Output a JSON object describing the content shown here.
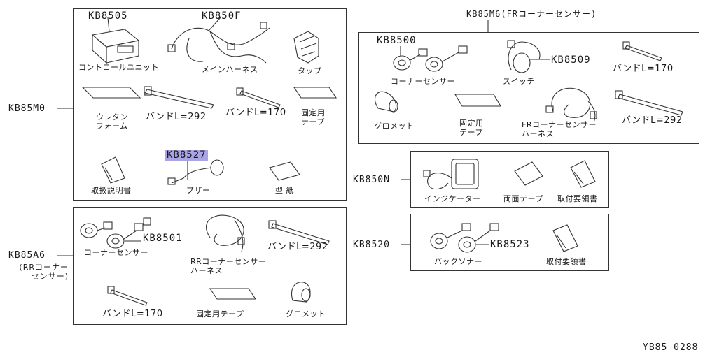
{
  "diagram_id": "YB85 0288",
  "groups": {
    "main": {
      "code": "KB85M0",
      "items": {
        "control_unit": {
          "code": "KB8505",
          "label": "コントロールユニット"
        },
        "main_harness": {
          "code": "KB850F",
          "label": "メインハーネス"
        },
        "tap": {
          "label": "タップ"
        },
        "urethane_foam": {
          "label": "ウレタン\nフォーム"
        },
        "band_292": {
          "label": "バンドL=292"
        },
        "band_170": {
          "label": "バンドL=170"
        },
        "fixing_tape": {
          "label": "固定用\nテープ"
        },
        "manual": {
          "label": "取扱説明書"
        },
        "buzzer": {
          "code": "KB8527",
          "label": "ブザー"
        },
        "template": {
          "label": "型 紙"
        }
      }
    },
    "rr_corner": {
      "code": "KB85A6",
      "subtitle": "(RRコーナー\nセンサー)",
      "items": {
        "corner_sensor": {
          "code": "KB8501",
          "label": "コーナーセンサー"
        },
        "rr_harness": {
          "label": "RRコーナーセンサー\nハーネス"
        },
        "band_292": {
          "label": "バンドL=292"
        },
        "band_170": {
          "label": "バンドL=170"
        },
        "fixing_tape": {
          "label": "固定用テープ"
        },
        "grommet": {
          "label": "グロメット"
        }
      }
    },
    "fr_corner": {
      "code": "KB85M6",
      "title": "KB85M6(FRコーナーセンサー)",
      "items": {
        "corner_sensor": {
          "code": "KB8500",
          "label": "コーナーセンサー"
        },
        "switch": {
          "code": "KB8509",
          "label": "スイッチ"
        },
        "band_170": {
          "label": "バンドL=170"
        },
        "grommet": {
          "label": "グロメット"
        },
        "fixing_tape": {
          "label": "固定用\nテープ"
        },
        "fr_harness": {
          "label": "FRコーナーセンサー\nハーネス"
        },
        "band_292": {
          "label": "バンドL=292"
        }
      }
    },
    "indicator": {
      "code": "KB850N",
      "items": {
        "indicator": {
          "label": "インジケーター"
        },
        "double_tape": {
          "label": "両面テープ"
        },
        "install_guide": {
          "label": "取付要領書"
        }
      }
    },
    "back_sonar": {
      "code": "KB8520",
      "items": {
        "back_sonar": {
          "code": "KB8523",
          "label": "バックソナー"
        },
        "install_guide": {
          "label": "取付要領書"
        }
      }
    }
  },
  "colors": {
    "line": "#333333",
    "highlight": "#a9a4e6"
  }
}
